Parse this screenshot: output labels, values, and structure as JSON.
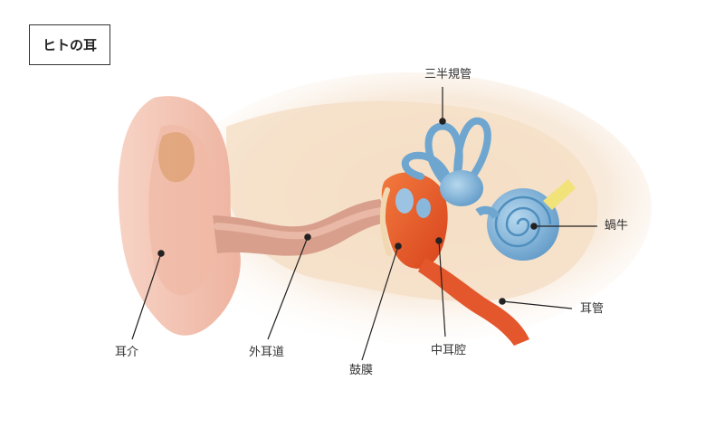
{
  "title": "ヒトの耳",
  "labels": {
    "semicircular_canals": "三半規管",
    "cochlea": "蝸牛",
    "eustachian_tube": "耳管",
    "middle_ear": "中耳腔",
    "eardrum": "鼓膜",
    "ear_canal": "外耳道",
    "auricle": "耳介"
  },
  "colors": {
    "skin": "#f4c6b4",
    "skin_dark": "#e9a58f",
    "bone": "#f6dfc0",
    "inner_ear": "#7fb4d8",
    "inner_ear_dark": "#4f8fbf",
    "middle_ear": "#e8582a",
    "nerve": "#f2e27a",
    "line": "#222222"
  }
}
